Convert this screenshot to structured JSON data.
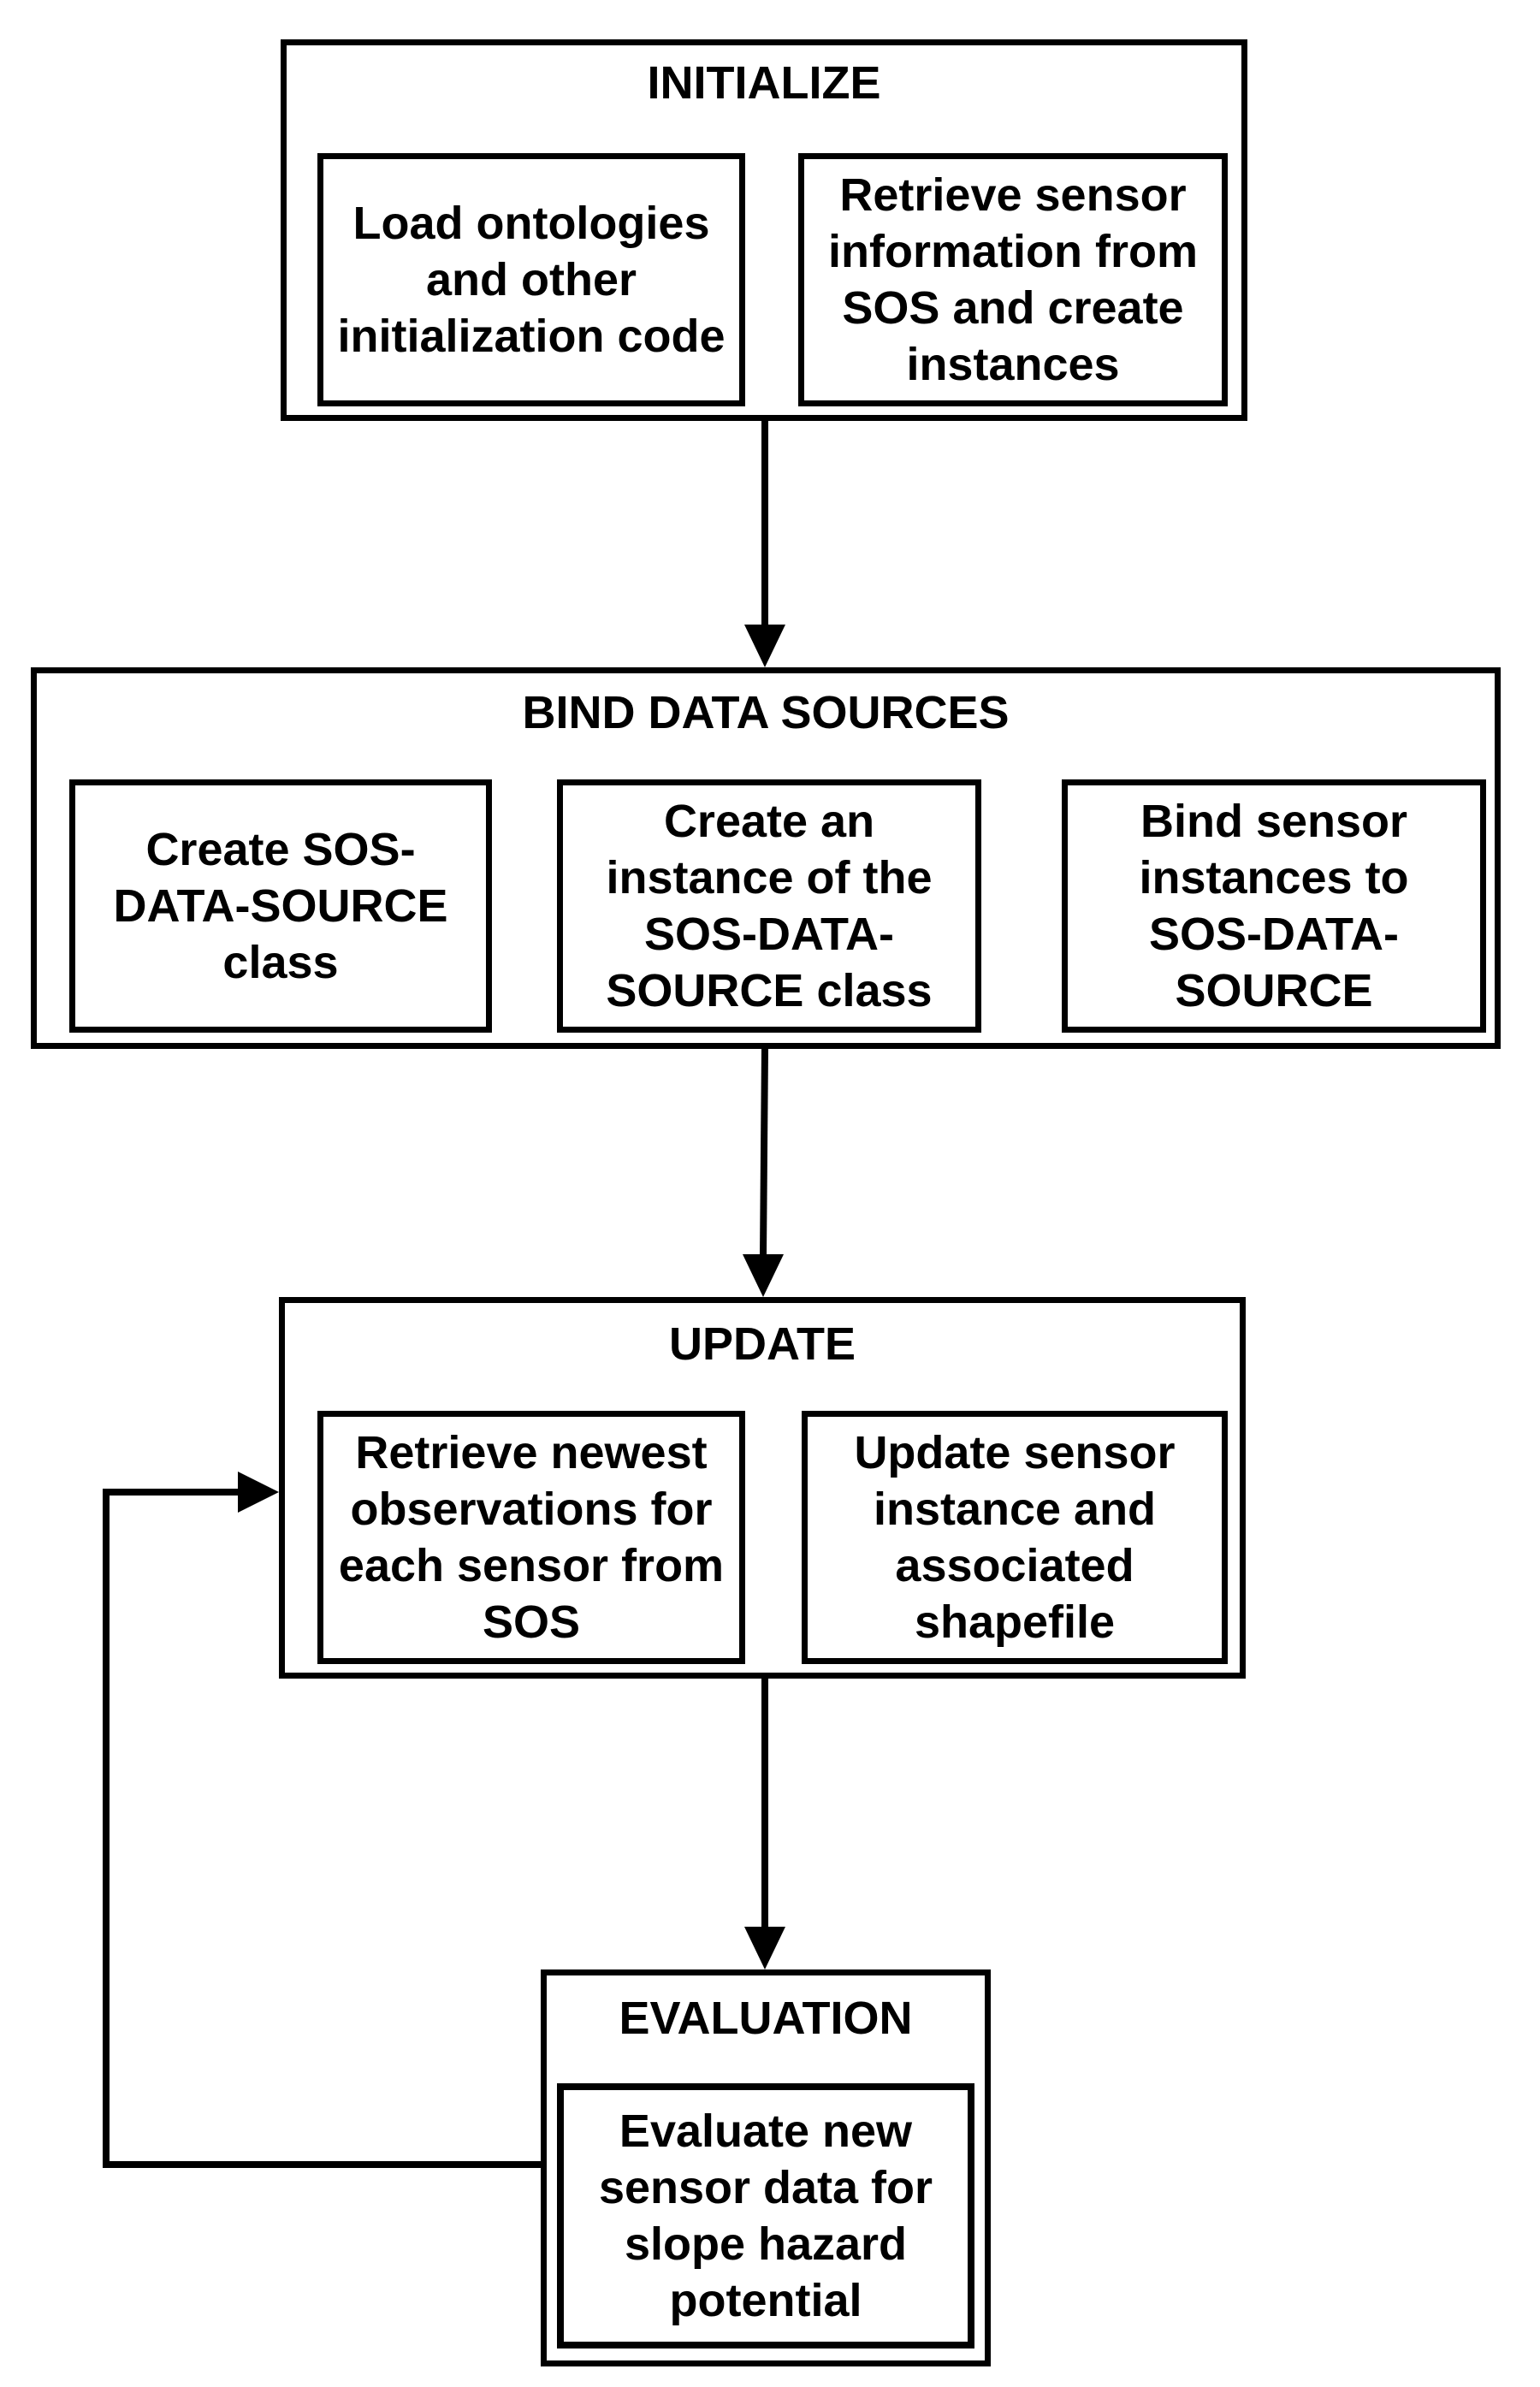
{
  "stages": {
    "initialize": {
      "title": "INITIALIZE",
      "steps": [
        {
          "text": "Load ontologies and other initialization code"
        },
        {
          "text": "Retrieve sensor information from SOS and create instances"
        }
      ]
    },
    "bind_data_sources": {
      "title": "BIND DATA SOURCES",
      "steps": [
        {
          "text": "Create SOS-DATA-SOURCE class"
        },
        {
          "text": "Create an instance of the SOS-DATA-SOURCE class"
        },
        {
          "text": "Bind sensor instances to SOS-DATA-SOURCE"
        }
      ]
    },
    "update": {
      "title": "UPDATE",
      "steps": [
        {
          "text": "Retrieve newest observations for each sensor from SOS"
        },
        {
          "text": "Update sensor instance and associated shapefile"
        }
      ]
    },
    "evaluation": {
      "title": "EVALUATION",
      "steps": [
        {
          "text": "Evaluate new sensor data for slope hazard potential"
        }
      ]
    }
  },
  "colors": {
    "stroke": "#000000",
    "background": "#ffffff"
  }
}
